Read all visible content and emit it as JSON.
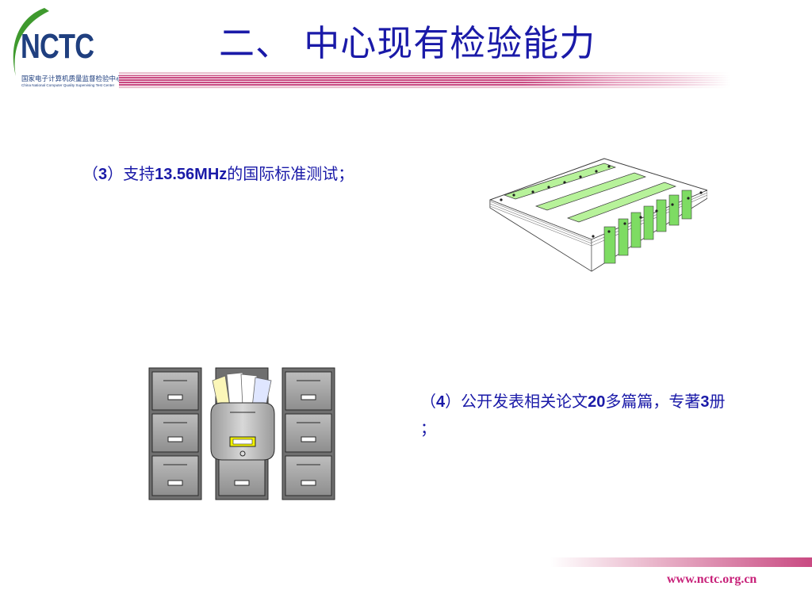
{
  "logo": {
    "text": "NCTC",
    "org_cn": "国家电子计算机质量监督检验中心",
    "org_en": "China National Computer Quality Supervising Test Center"
  },
  "slide": {
    "title": "二、 中心现有检验能力",
    "item3": {
      "prefix": "（",
      "num": "3",
      "mid": "）支持",
      "std": "13.56MHz",
      "suffix": "的国际标准测试；"
    },
    "item4": {
      "prefix": "（",
      "num": "4",
      "mid": "）公开发表相关论文",
      "count": "20",
      "suffix": "多篇篇，专著",
      "books": "3",
      "tail": "册 ；"
    }
  },
  "footer": {
    "url": "www.nctc.org.cn"
  },
  "colors": {
    "title_blue": "#1a1aa8",
    "brand_navy": "#1f3f7f",
    "accent_magenta": "#c94a82",
    "footer_url": "#c8227a"
  },
  "icons": {
    "logo": "nctc-logo",
    "paper": "paper-stack-icon",
    "cabinet": "filing-cabinet-icon"
  }
}
